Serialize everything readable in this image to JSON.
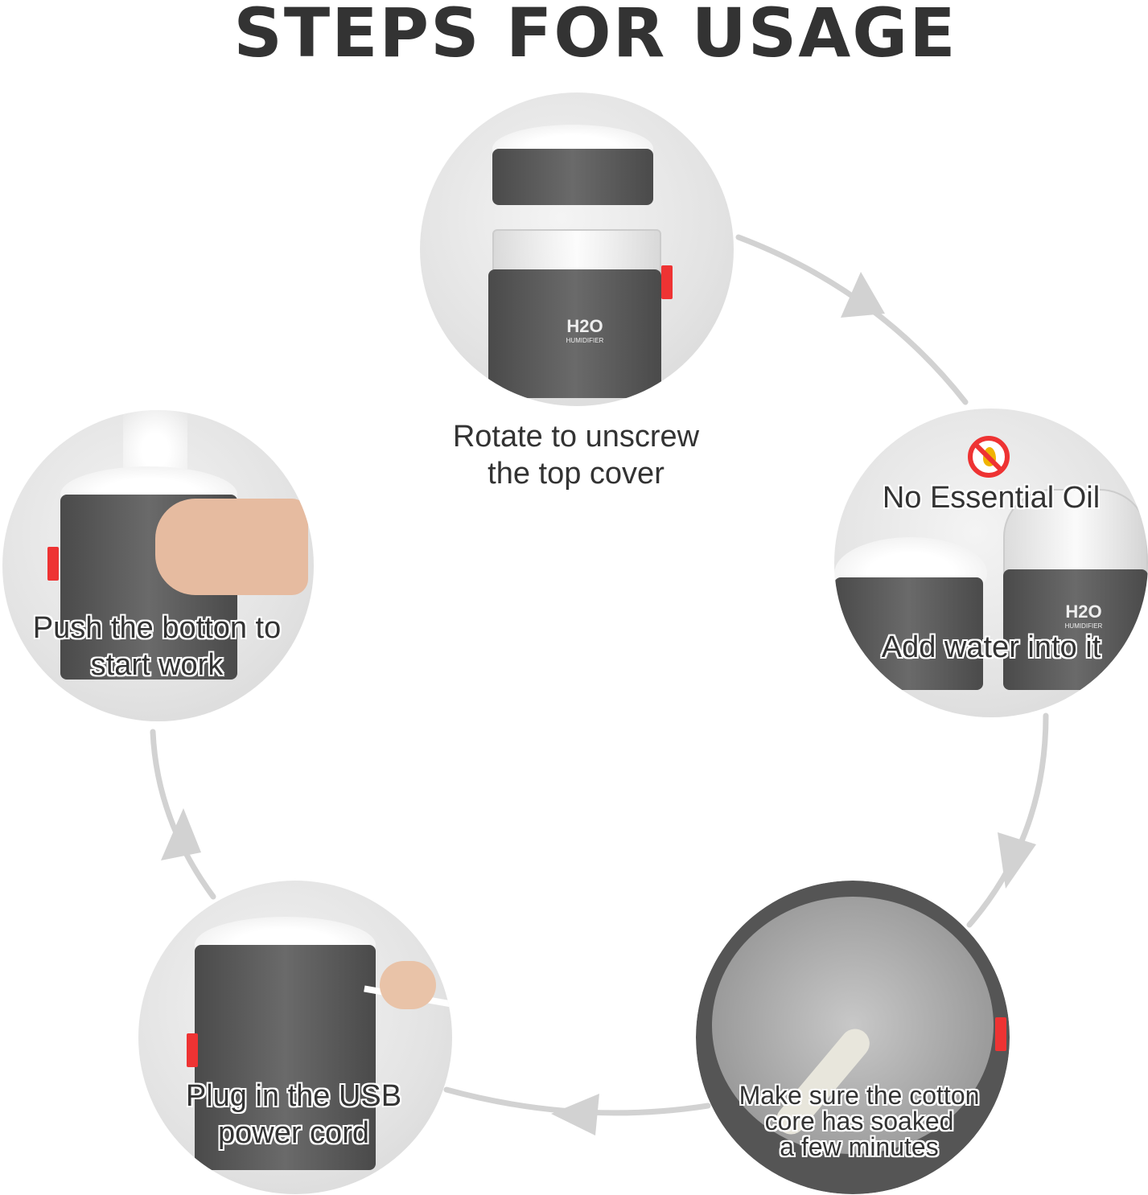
{
  "title": "STEPS FOR USAGE",
  "steps": [
    {
      "caption_line1": "Rotate to unscrew",
      "caption_line2": "the top cover"
    },
    {
      "warning": "No Essential Oil",
      "caption": "Add water into it"
    },
    {
      "caption_line1": "Make sure the cotton",
      "caption_line2": "core has soaked",
      "caption_line3": "a few minutes"
    },
    {
      "caption_line1": "Plug in the USB",
      "caption_line2": "power cord"
    },
    {
      "caption_line1": "Push the botton to",
      "caption_line2": "start work"
    }
  ],
  "product_label": {
    "brand": "H2O",
    "sub": "HUMIDIFIER"
  },
  "colors": {
    "device": "#5a5a5a",
    "arrow": "#d2d2d2",
    "accent": "#e33333",
    "text": "#333333"
  }
}
